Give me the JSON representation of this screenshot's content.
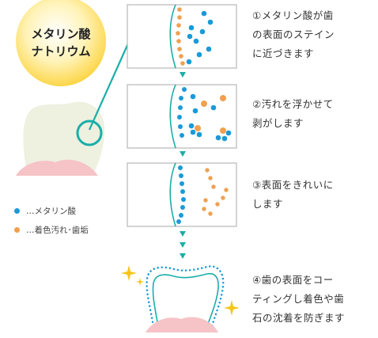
{
  "badge": {
    "line1": "メタリン酸",
    "line2": "ナトリウム"
  },
  "legend": [
    {
      "label": "…メタリン酸",
      "color": "#1a9ad8"
    },
    {
      "label": "…着色汚れ･歯垢",
      "color": "#f0a050"
    }
  ],
  "steps": [
    {
      "lines": [
        "①メタリン酸が歯",
        "の表面のステイン",
        "に近づきます"
      ]
    },
    {
      "lines": [
        "②汚れを浮かせて",
        "剥がします"
      ]
    },
    {
      "lines": [
        "③表面をきれいに",
        "します"
      ]
    },
    {
      "lines": [
        "④歯の表面をコー",
        "ティングし着色や歯",
        "石の沈着を防ぎます"
      ]
    }
  ],
  "colors": {
    "teal": "#1aaea8",
    "blue": "#1a9ad8",
    "orange": "#f0a050",
    "gum": "#f6c3c6",
    "tooth": "#eef0e0",
    "badge": "#fcdc55",
    "sparkle": "#f5c518"
  }
}
